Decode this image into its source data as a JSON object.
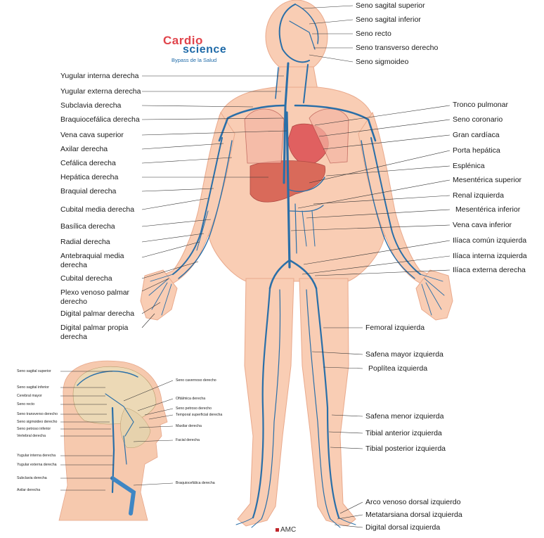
{
  "logo": {
    "title_top": "Cardio",
    "title_bottom": "science",
    "subtitle": "Bypass de la Salud",
    "heart_color": "#e0444b",
    "brand_color": "#1e6aa8"
  },
  "watermark": "AMC",
  "colors": {
    "vein": "#2a6fa8",
    "skin": "#f9cdb4",
    "heart": "#e06060",
    "liver": "#d96a5a"
  },
  "labels": {
    "top_right": [
      "Seno sagital superior",
      "Seno sagital inferior",
      "Seno recto",
      "Seno transverso derecho",
      "Seno sigmoideo"
    ],
    "left": [
      "Yugular interna derecha",
      "Yugular externa derecha",
      "Subclavia derecha",
      "Braquiocefálica derecha",
      "Vena cava superior",
      "Axilar derecha",
      "Cefálica derecha",
      "Hepática derecha",
      "Braquial derecha",
      "Cubital media derecha",
      "Basílica derecha",
      "Radial derecha",
      "Antebraquial media derecha",
      "Cubital derecha",
      "Plexo venoso palmar derecho",
      "Digital palmar derecha",
      "Digital palmar propia derecha"
    ],
    "right": [
      "Tronco pulmonar",
      "Seno coronario",
      "Gran cardíaca",
      "Porta hepática",
      "Esplénica",
      "Mesentérica superior",
      "Renal izquierda",
      "Mesentérica inferior",
      "Vena cava inferior",
      "Ilíaca común izquierda",
      "Ilíaca interna izquierda",
      "Ilíaca externa derecha"
    ],
    "lower_right": [
      "Femoral izquierda",
      "Safena mayor izquierda",
      "Poplítea izquierda",
      "Safena menor izquierda",
      "Tibial anterior izquierda",
      "Tibial posterior izquierda",
      "Arco venoso dorsal izquierdo",
      "Metatarsiana dorsal izquierda",
      "Digital dorsal izquierda"
    ]
  },
  "inset": {
    "left": [
      "Seno sagital superior",
      "Seno sagital inferior",
      "Cerebral mayor",
      "Seno recto",
      "Seno transverso derecho",
      "Seno sigmoideo derecho",
      "Seno petroso inferior",
      "Vertebral derecha",
      "Yugular interna derecha",
      "Yugular externa derecha",
      "Subclavia derecha",
      "Axilar derecha"
    ],
    "right": [
      "Seno cavernoso derecho",
      "Oftálmica derecha",
      "Seno petroso derecho",
      "Temporal superficial derecha",
      "Maxilar derecha",
      "Facial derecha",
      "Braquiocefálica derecha"
    ]
  }
}
